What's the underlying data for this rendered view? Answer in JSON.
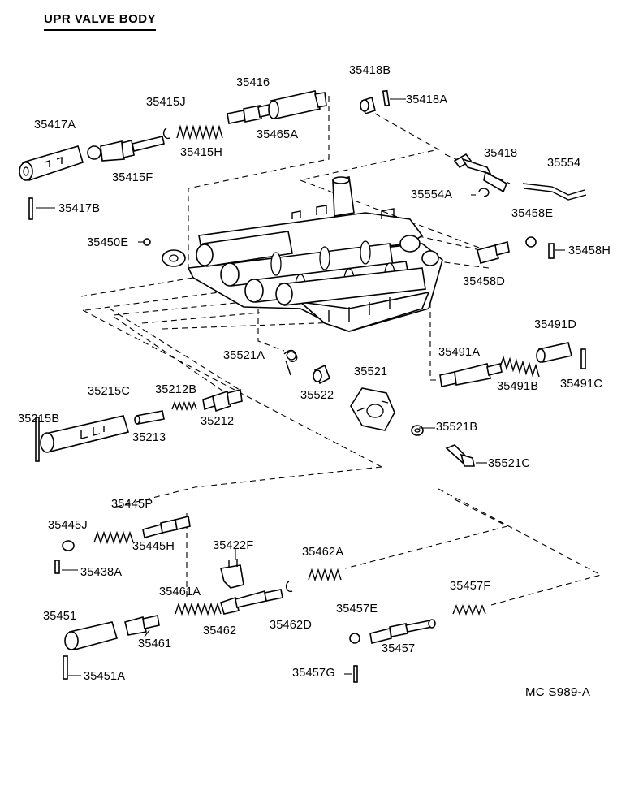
{
  "title": "UPR VALVE BODY",
  "diagram_code": "MC S989-A",
  "part_labels": [
    "35418B",
    "35418A",
    "35416",
    "35415J",
    "35417A",
    "35465A",
    "35415H",
    "35415F",
    "35418",
    "35554",
    "35554A",
    "35417B",
    "35458E",
    "35450E",
    "35458H",
    "35458D",
    "35491D",
    "35491A",
    "35521A",
    "35521",
    "35491B",
    "35491C",
    "35522",
    "35215C",
    "35212B",
    "35215B",
    "35212",
    "35521B",
    "35213",
    "35521C",
    "35445P",
    "35445J",
    "35445H",
    "35422F",
    "35462A",
    "35438A",
    "35461A",
    "35457F",
    "35451",
    "35462",
    "35462D",
    "35457E",
    "35461",
    "35457",
    "35451A",
    "35457G"
  ]
}
